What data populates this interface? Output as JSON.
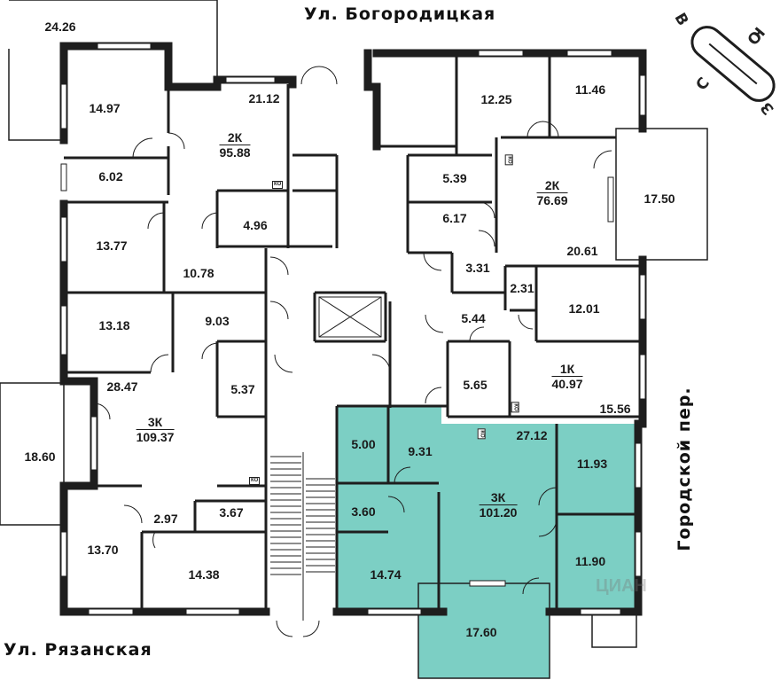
{
  "streets": {
    "top": "Ул. Богородицкая",
    "bottom": "Ул. Рязанская",
    "right": "Городской пер."
  },
  "compass": {
    "north": "С",
    "south": "Ю",
    "east": "В",
    "west": "З"
  },
  "highlight_color": "#7ccfc4",
  "wall_color": "#1e1e1e",
  "apartments": [
    {
      "type": "2К",
      "area": "95.88"
    },
    {
      "type": "2К",
      "area": "76.69"
    },
    {
      "type": "1К",
      "area": "40.97"
    },
    {
      "type": "3К",
      "area": "109.37"
    },
    {
      "type": "3К",
      "area": "101.20",
      "highlighted": true
    }
  ],
  "rooms": [
    "24.26",
    "14.97",
    "21.12",
    "6.02",
    "4.96",
    "13.77",
    "10.78",
    "12.25",
    "11.46",
    "5.39",
    "6.17",
    "17.50",
    "20.61",
    "3.31",
    "2.31",
    "12.01",
    "5.44",
    "5.65",
    "15.56",
    "13.18",
    "9.03",
    "5.37",
    "28.47",
    "18.60",
    "2.97",
    "3.67",
    "13.70",
    "14.38",
    "5.00",
    "9.31",
    "27.12",
    "11.93",
    "3.60",
    "11.90",
    "14.74",
    "17.60"
  ],
  "ko_label": "КО",
  "watermark": "ЦИАН"
}
